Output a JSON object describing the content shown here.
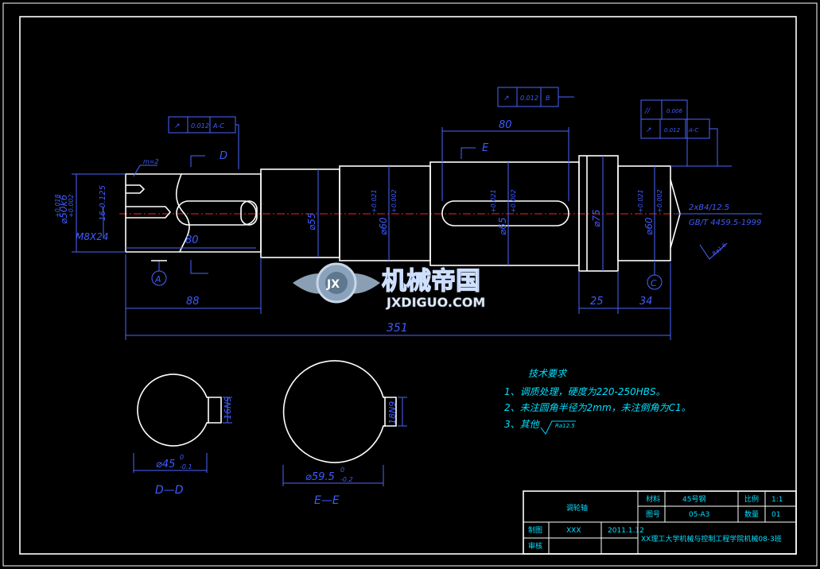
{
  "title_block": {
    "part_name": "调轮轴",
    "material_label": "材料",
    "material": "45号钢",
    "scale_label": "比例",
    "scale": "1:1",
    "drawing_no_label": "图号",
    "drawing_no": "05-A3",
    "qty_label": "数量",
    "qty": "01",
    "drawn_label": "制图",
    "drawn_by": "XXX",
    "date": "2011.1.12",
    "checked_label": "审核",
    "organization": "XX理工大学机械与控制工程学院机械08-3班"
  },
  "tech_requirements": {
    "heading": "技术要求",
    "items": [
      "1、调质处理，硬度为220-250HBS。",
      "2、未注圆角半径为2mm，未注倒角为C1。",
      "3、其他"
    ],
    "roughness_other": "Ra12.5"
  },
  "watermark": {
    "brand": "机械帝国",
    "domain": "JXDIGUO.COM",
    "badge": "JX"
  },
  "dimensions": {
    "d_left": "⌀50k6",
    "d_left_tol_upper": "+0.018",
    "d_left_tol_lower": "+0.002",
    "thread": "M8X24",
    "keyway_depth": "16-0.125",
    "len_80_left": "80",
    "d_55": "⌀55",
    "d_60_mid": "⌀60",
    "d_60_mid_tol_upper": "+0.021",
    "d_60_mid_tol_lower": "+0.002",
    "d_65": "⌀65",
    "d_65_tol_upper": "+0.021",
    "d_65_tol_lower": "+0.002",
    "len_80_top": "80",
    "d_75": "⌀75",
    "d_60_right": "⌀60",
    "d_60_right_tol_upper": "+0.021",
    "d_60_right_tol_lower": "+0.002",
    "len_88": "88",
    "len_25": "25",
    "len_34": "34",
    "len_351": "351",
    "chamfer_tag": "m=2"
  },
  "annotations": {
    "section_d": "D",
    "section_e": "E",
    "datum_a": "A",
    "datum_c": "C",
    "center_hole_1": "2xB4/12.5",
    "center_hole_2": "GB/T 4459.5-1999",
    "roughness_right": "Ra1.6"
  },
  "tolerance_frames": {
    "left": [
      "↗",
      "0.012",
      "A-C"
    ],
    "top_mid": [
      "↗",
      "0.012",
      "B"
    ],
    "top_right_a": [
      "//",
      "0.006"
    ],
    "top_right_b": [
      "↗",
      "0.012",
      "A-C"
    ]
  },
  "sections": {
    "dd": {
      "label": "D—D",
      "dim": "⌀45",
      "dim_tol": "-0.1",
      "dim_tol_upper": "0",
      "key": "16N9"
    },
    "ee": {
      "label": "E—E",
      "dim": "⌀59.5",
      "dim_tol": "-0.2",
      "dim_tol_upper": "0",
      "key": "18N9"
    }
  }
}
